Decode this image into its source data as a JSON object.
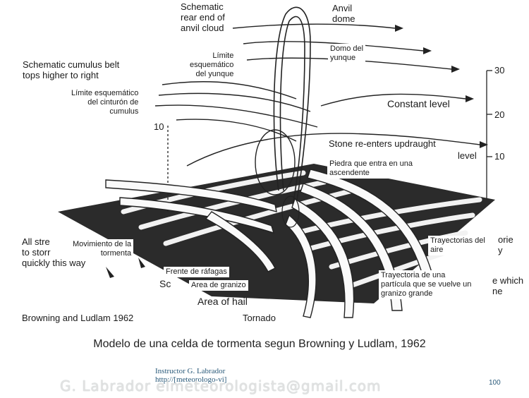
{
  "diagram": {
    "english_labels": {
      "rear_end": "Schematic\nrear end of\nanvil cloud",
      "anvil_dome": "Anvil\ndome",
      "cumulus_belt": "Schematic cumulus belt\ntops higher to right",
      "constant_level": "Constant level",
      "stone_reenters": "Stone re-enters updraught",
      "level": "level",
      "all_stre": "All stre\nto storr\nquickly this way",
      "area_of_hail": "Area of hail",
      "tornado": "Tornado",
      "browning": "Browning and Ludlam 1962",
      "ione": "orie\ny",
      "which": "e which\nne",
      "sc": "Sc",
      "axis_10": "10",
      "axis_20": "20",
      "axis_30": "30",
      "axis_10_left": "10"
    },
    "spanish_labels": {
      "limite_yunque": "Límite\nesquemático\ndel yunque",
      "domo": "Domo del\nyunque",
      "limite_cinturon": "Límite esquemático\ndel cinturón de\ncumulus",
      "piedra": "Piedra que entra en una\nascendente",
      "movimiento": "Movimiento de la\ntormenta",
      "trayectorias_aire": "Trayectorias del\naire",
      "frente": "Frente de ráfagas",
      "granizo": "Area de granizo",
      "trayectoria_particula": "Trayectoria de una\npartícula que se vuelve un\ngranizo grande"
    }
  },
  "caption": "Modelo de una celda de tormenta segun Browning  y Ludlam, 1962",
  "footer": {
    "instructor": "Instructor G. Labrador",
    "url_fragment": "http://[meteorologo-vi]",
    "watermark": "G.  Labrador elmeteorologista@gmail.com",
    "page_number": "100"
  }
}
